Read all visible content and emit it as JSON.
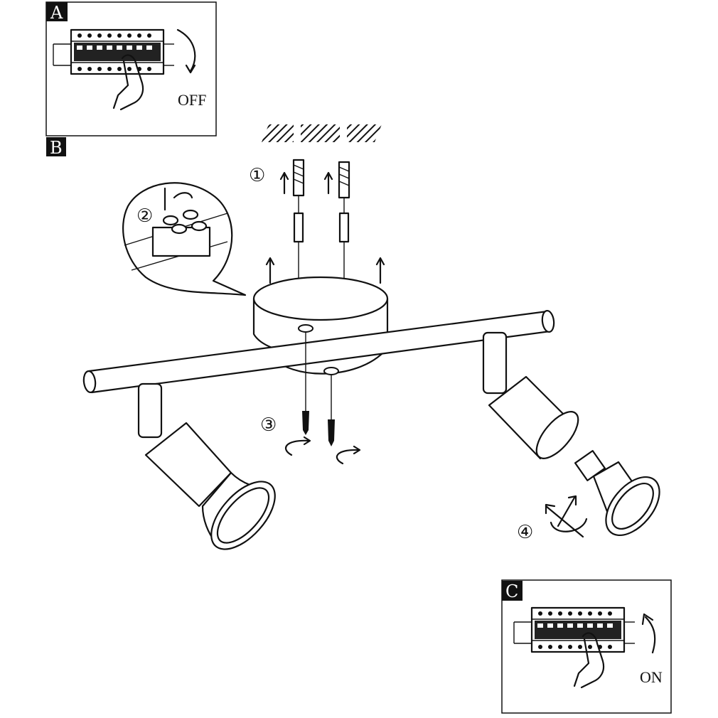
{
  "panel_a": {
    "label": "A",
    "state_text": "OFF"
  },
  "panel_b": {
    "label": "B"
  },
  "panel_c": {
    "label": "C",
    "state_text": "ON"
  },
  "steps": [
    "①",
    "②",
    "③",
    "④"
  ]
}
